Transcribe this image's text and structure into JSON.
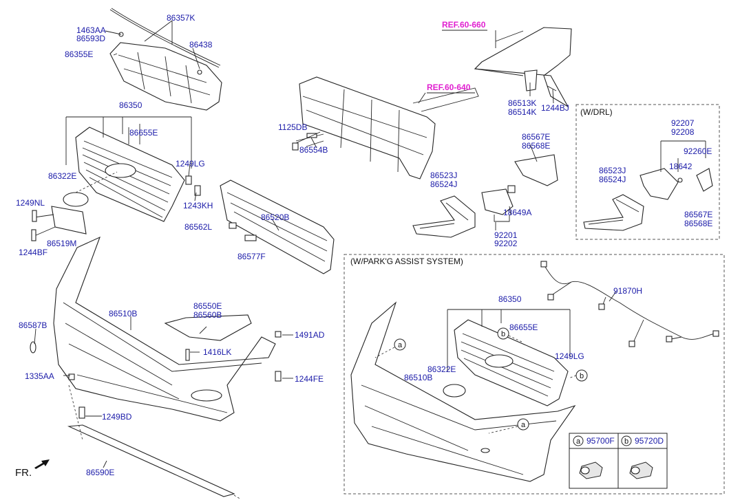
{
  "labels": {
    "l_86357K": "86357K",
    "l_1463AA": "1463AA",
    "l_86593D": "86593D",
    "l_86438": "86438",
    "l_86355E": "86355E",
    "l_86350": "86350",
    "l_86655E": "86655E",
    "l_86322E": "86322E",
    "l_1249LG": "1249LG",
    "l_1249NL": "1249NL",
    "l_86519M": "86519M",
    "l_1244BF": "1244BF",
    "l_1243KH": "1243KH",
    "l_86562L": "86562L",
    "l_86520B": "86520B",
    "l_86577F": "86577F",
    "l_1125DB": "1125DB",
    "l_86554B": "86554B",
    "l_86513K": "86513K",
    "l_86514K": "86514K",
    "l_1244BJ": "1244BJ",
    "l_86567E": "86567E",
    "l_86568E": "86568E",
    "l_86523J": "86523J",
    "l_86524J": "86524J",
    "l_18649A": "18649A",
    "l_92201": "92201",
    "l_92202": "92202",
    "l_86587B": "86587B",
    "l_86510B": "86510B",
    "l_86550E": "86550E",
    "l_86560B": "86560B",
    "l_1491AD": "1491AD",
    "l_1416LK": "1416LK",
    "l_1335AA": "1335AA",
    "l_1244FE": "1244FE",
    "l_1249BD": "1249BD",
    "l_86590E": "86590E",
    "drl_92207": "92207",
    "drl_92208": "92208",
    "drl_92260E": "92260E",
    "drl_86523J": "86523J",
    "drl_86524J": "86524J",
    "drl_18642": "18642",
    "drl_86567E": "86567E",
    "drl_86568E": "86568E",
    "pa_91870H": "91870H",
    "pa_86350": "86350",
    "pa_86655E": "86655E",
    "pa_86322E": "86322E",
    "pa_86510B": "86510B",
    "pa_1249LG": "1249LG"
  },
  "refs": {
    "ref1": "REF.60-660",
    "ref2": "REF.60-640"
  },
  "boxes": {
    "drl_title": "(W/DRL)",
    "pa_title": "(W/PARK'G ASSIST SYSTEM)"
  },
  "callouts": {
    "a": "a",
    "b": "b"
  },
  "legend": {
    "a_letter": "a",
    "a_part": "95700F",
    "b_letter": "b",
    "b_part": "95720D"
  },
  "direction": {
    "fr": "FR."
  },
  "colors": {
    "label": "#1a1aa8",
    "ref": "#e020d0",
    "line": "#222222"
  }
}
